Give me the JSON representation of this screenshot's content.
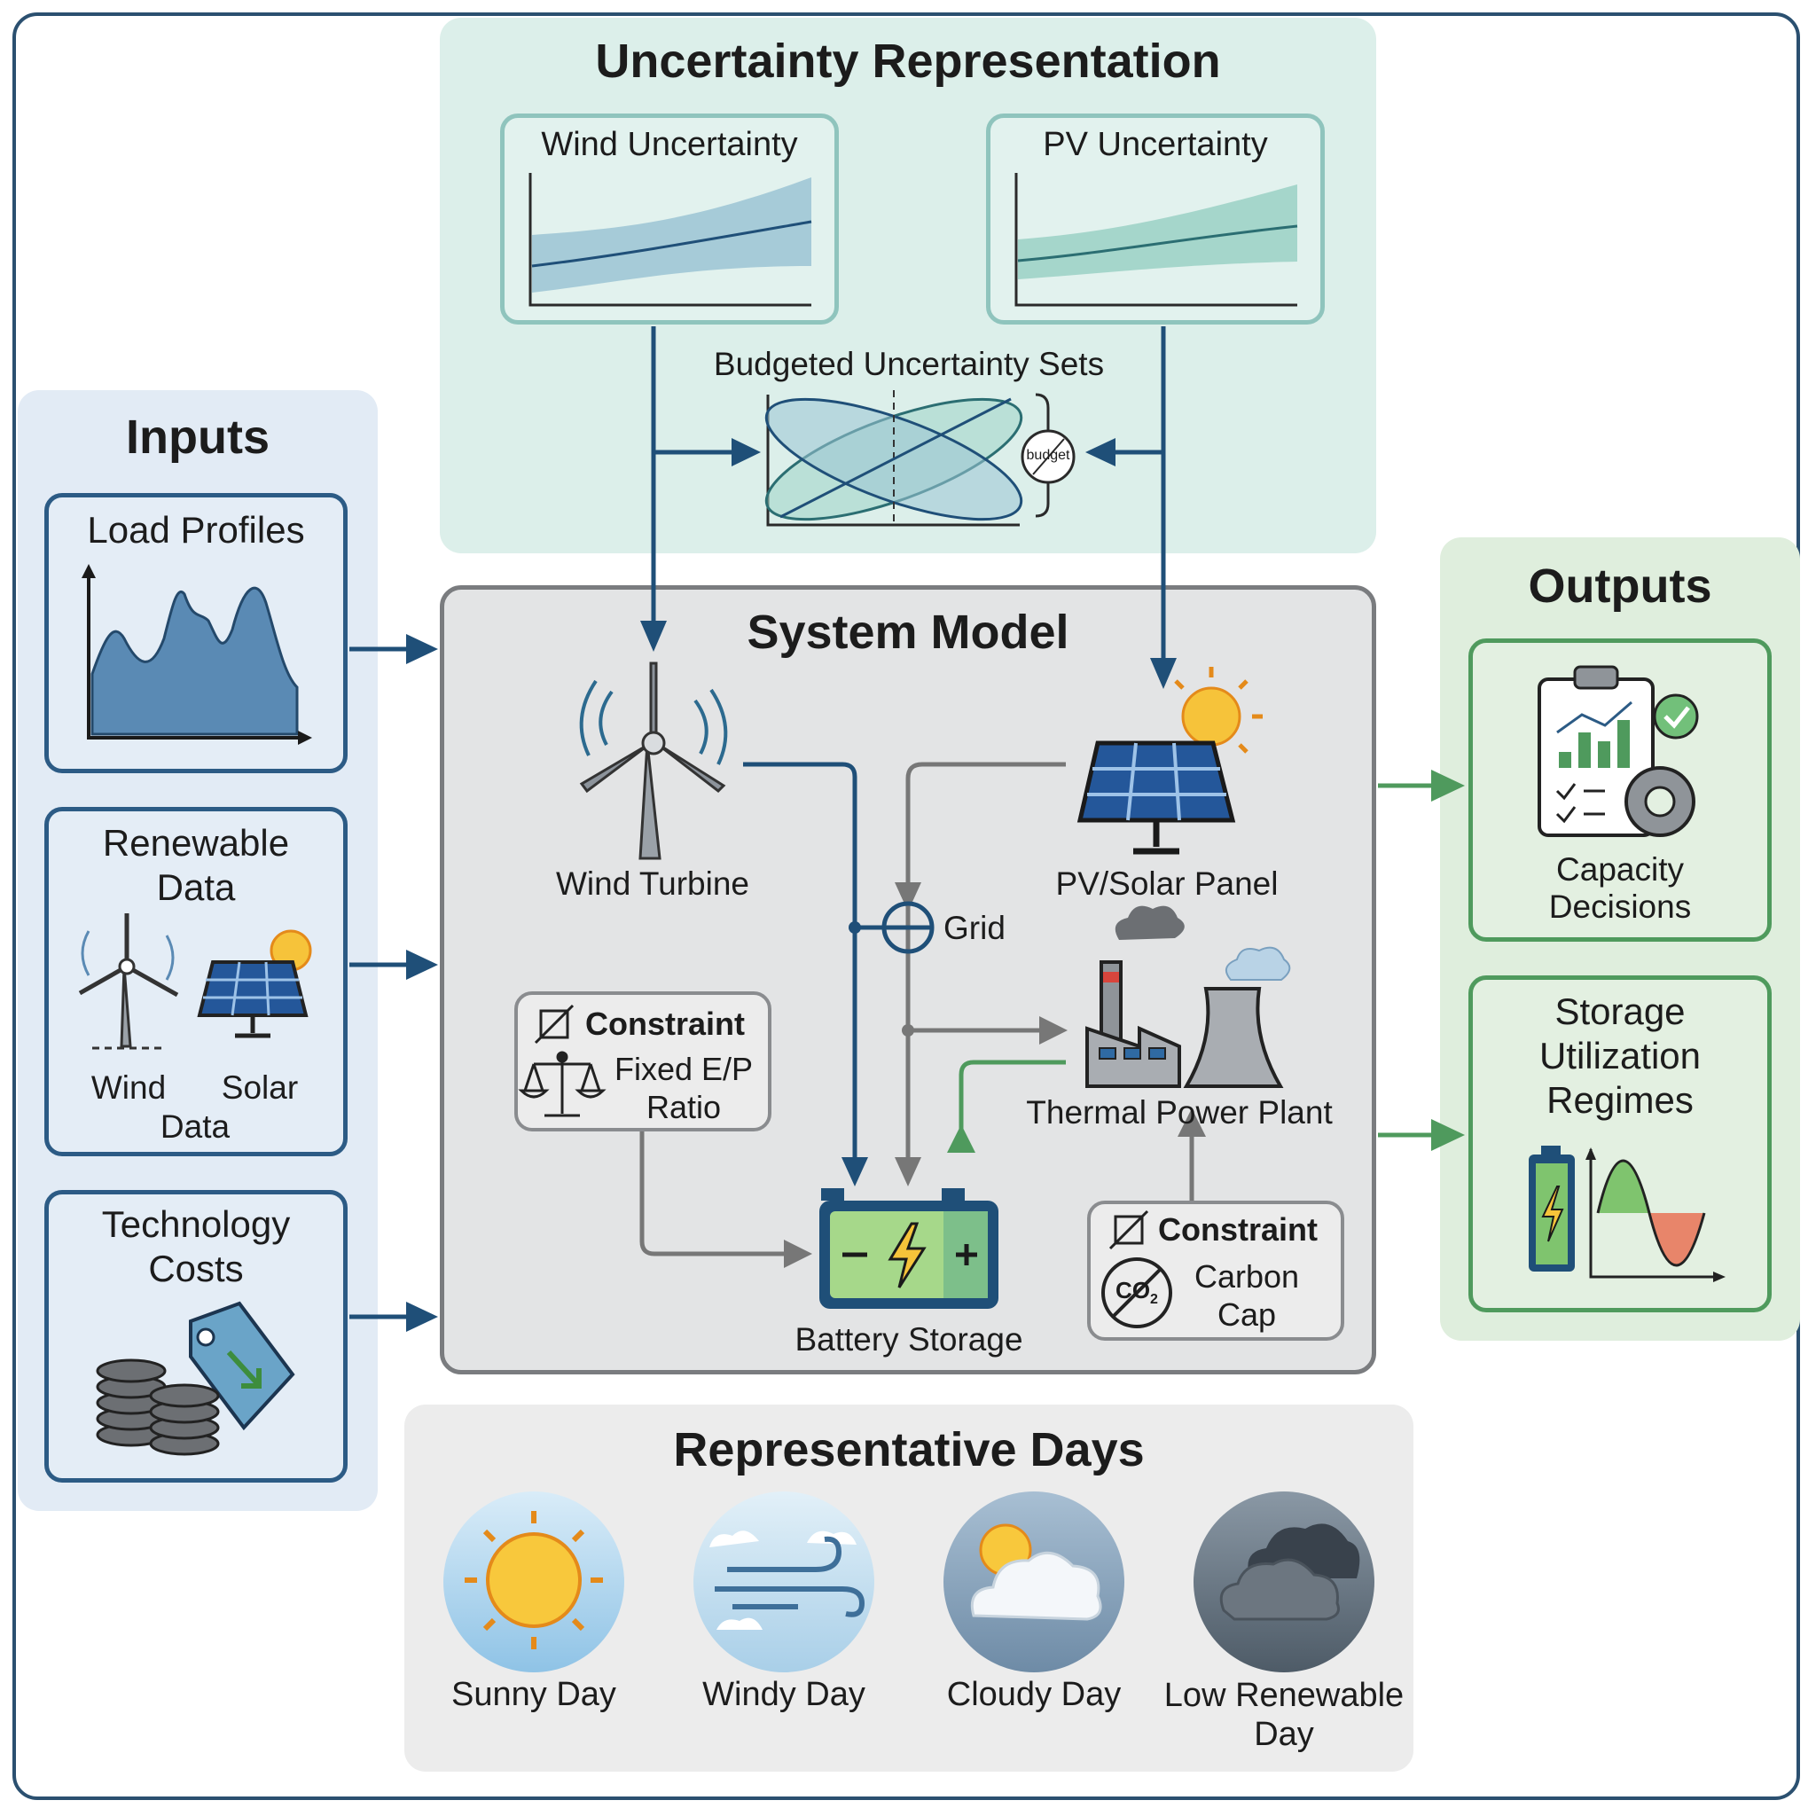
{
  "uncertainty": {
    "title": "Uncertainty Representation",
    "wind_title": "Wind Uncertainty",
    "pv_title": "PV Uncertainty",
    "budgeted_label": "Budgeted Uncertainty Sets",
    "budget_word": "budget"
  },
  "inputs": {
    "title": "Inputs",
    "load_profiles": "Load Profiles",
    "renewable_line1": "Renewable",
    "renewable_line2": "Data",
    "wind": "Wind",
    "solar": "Solar",
    "data": "Data",
    "tech_line1": "Technology",
    "tech_line2": "Costs"
  },
  "system": {
    "title": "System Model",
    "wind_turbine": "Wind Turbine",
    "pv_panel": "PV/Solar Panel",
    "grid": "Grid",
    "thermal": "Thermal Power Plant",
    "battery": "Battery Storage",
    "constraint1_title": "Constraint",
    "constraint1_line1": "Fixed E/P",
    "constraint1_line2": "Ratio",
    "constraint2_title": "Constraint",
    "constraint2_line1": "Carbon",
    "constraint2_line2": "Cap",
    "co2": "CO"
  },
  "outputs": {
    "title": "Outputs",
    "capacity_line1": "Capacity",
    "capacity_line2": "Decisions",
    "storage_line1": "Storage",
    "storage_line2": "Utilization",
    "storage_line3": "Regimes"
  },
  "days": {
    "title": "Representative Days",
    "sunny": "Sunny Day",
    "windy": "Windy Day",
    "cloudy": "Cloudy Day",
    "low_line1": "Low Renewable",
    "low_line2": "Day"
  },
  "colors": {
    "navy": "#1f4f78",
    "green_arrow": "#4f9a5d",
    "grey_arrow": "#777777",
    "teal_band": "#9fd3c6",
    "blue_band": "#9bc4d3"
  }
}
